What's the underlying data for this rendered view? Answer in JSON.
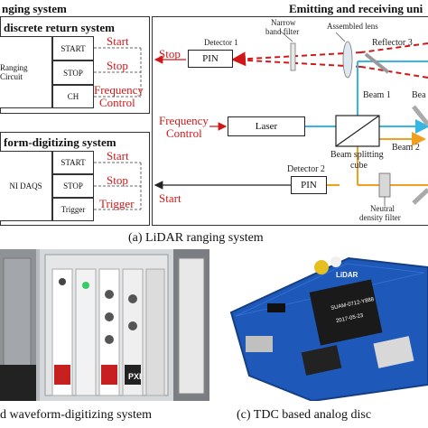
{
  "section_left_title": "nging system",
  "section_right_title": "Emitting and receiving uni",
  "discrete": {
    "title": "discrete return system",
    "circuit_label": "Ranging Circuit",
    "cells": [
      "START",
      "STOP",
      "CH"
    ],
    "signals": [
      "Start",
      "Stop",
      "Frequency",
      "Control"
    ]
  },
  "waveform": {
    "title": "form-digitizing system",
    "circuit_label": "NI DAQS",
    "cells": [
      "START",
      "STOP",
      "Trigger"
    ],
    "signals": [
      "Start",
      "Stop",
      "Trigger"
    ]
  },
  "optics": {
    "stop_label": "Stop",
    "freq_label_1": "Frequency",
    "freq_label_2": "Control",
    "start_label": "Start",
    "detector1_label": "Detector 1",
    "detector1_box": "PIN",
    "detector2_label": "Detector 2",
    "detector2_box": "PIN",
    "laser_box": "Laser",
    "narrow_filter_1": "Narrow",
    "narrow_filter_2": "band filter",
    "assembled_lens": "Assembled lens",
    "reflector3": "Reflector 3",
    "beam1": "Beam 1",
    "beam2": "Beam 2",
    "beam_cut": "Bea",
    "splitter_1": "Beam splitting",
    "splitter_2": "cube",
    "neutral_1": "Neutral",
    "neutral_2": "density filter"
  },
  "captions": {
    "a": "(a) LiDAR ranging system",
    "b": "d waveform-digitizing system",
    "c": "(c) TDC based analog disc"
  },
  "board": {
    "chip_text_1": "SUAM-0712-Y888",
    "chip_text_2": "2017-05-23",
    "chip_brand": "LiDAR"
  },
  "chassis": {
    "module_label": "PXI"
  },
  "colors": {
    "red": "#d01818",
    "cyan": "#36b6e0",
    "orange": "#f0a020",
    "board_blue": "#1e58b8"
  }
}
